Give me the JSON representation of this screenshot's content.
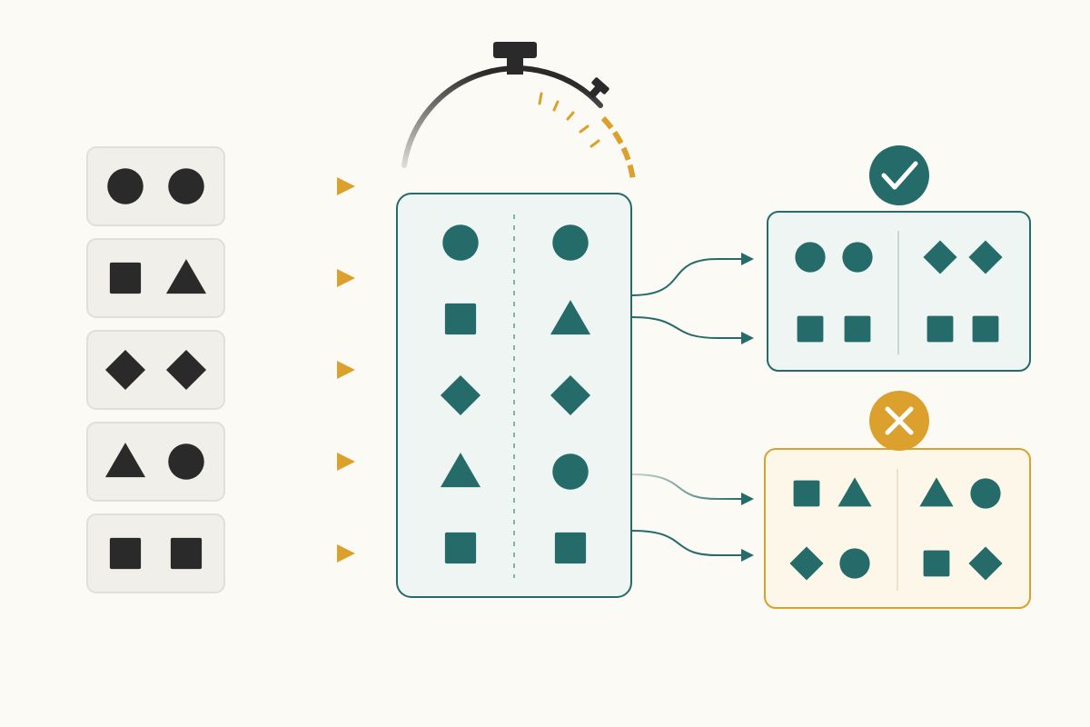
{
  "colors": {
    "background": "#fcfaf4",
    "dark_shape": "#2a2a2a",
    "teal": "#256b69",
    "teal_light_fill": "#eef5f2",
    "gold": "#dba12c",
    "gold_light_fill": "#fdf7ea",
    "input_card_fill": "#f1efe9",
    "input_card_border": "#e2dfd7"
  },
  "icons": {
    "timer": "stopwatch-icon",
    "match": "checkmark-icon",
    "mismatch": "cross-icon"
  },
  "input_pairs": [
    [
      "circle",
      "circle"
    ],
    [
      "square",
      "triangle"
    ],
    [
      "diamond",
      "diamond"
    ],
    [
      "triangle",
      "circle"
    ],
    [
      "square",
      "square"
    ]
  ],
  "comparison_rows": [
    [
      "circle",
      "circle"
    ],
    [
      "square",
      "triangle"
    ],
    [
      "diamond",
      "diamond"
    ],
    [
      "triangle",
      "circle"
    ],
    [
      "square",
      "square"
    ]
  ],
  "match_group": {
    "status": "match",
    "left": [
      [
        "circle",
        "circle"
      ],
      [
        "square",
        "square"
      ]
    ],
    "right": [
      [
        "diamond",
        "diamond"
      ],
      [
        "square",
        "square"
      ]
    ]
  },
  "mismatch_group": {
    "status": "mismatch",
    "left": [
      [
        "square",
        "triangle"
      ],
      [
        "diamond",
        "circle"
      ]
    ],
    "right": [
      [
        "triangle",
        "circle"
      ],
      [
        "square",
        "diamond"
      ]
    ]
  }
}
